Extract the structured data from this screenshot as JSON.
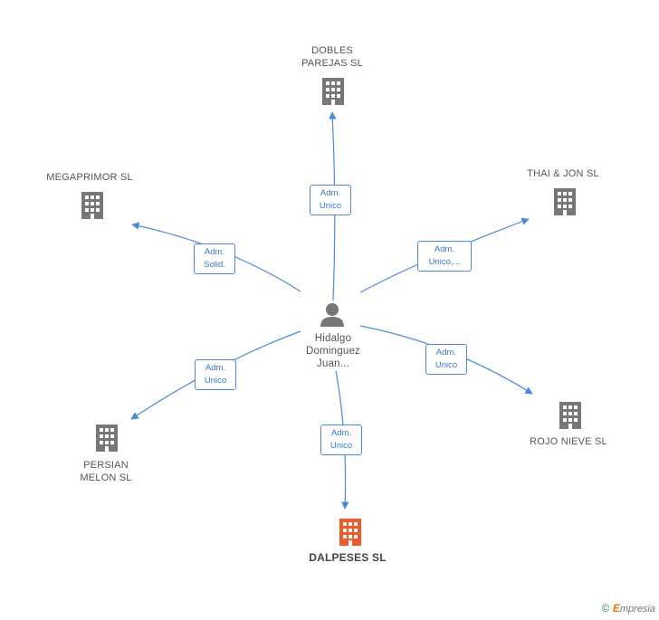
{
  "center_person": {
    "line1": "Hidalgo",
    "line2": "Dominguez",
    "line3": "Juan..."
  },
  "companies": {
    "dobles_parejas": {
      "line1": "DOBLES",
      "line2": "PAREJAS SL"
    },
    "megaprimor": {
      "line1": "MEGAPRIMOR SL"
    },
    "thai_jon": {
      "line1": "THAI & JON SL"
    },
    "rojo_nieve": {
      "line1": "ROJO NIEVE SL"
    },
    "persian_melon": {
      "line1": "PERSIAN",
      "line2": "MELON SL"
    },
    "dalpeses": {
      "line1": "DALPESES SL"
    }
  },
  "edges": {
    "dobles_parejas": {
      "line1": "Adm.",
      "line2": "Unico"
    },
    "megaprimor": {
      "line1": "Adm.",
      "line2": "Solid."
    },
    "thai_jon": {
      "line1": "Adm.",
      "line2": "Unico,..."
    },
    "rojo_nieve": {
      "line1": "Adm.",
      "line2": "Unico"
    },
    "persian_melon": {
      "line1": "Adm.",
      "line2": "Unico"
    },
    "dalpeses": {
      "line1": "Adm.",
      "line2": "Unico"
    }
  },
  "colors": {
    "edge": "#4a89dc",
    "building": "#777777",
    "building_main": "#f05a28",
    "person": "#777777"
  },
  "icons": {
    "company": "building-icon",
    "person": "person-icon"
  },
  "footer": {
    "copyright": "©",
    "brand_e": "E",
    "brand_rest": "mpresia"
  }
}
